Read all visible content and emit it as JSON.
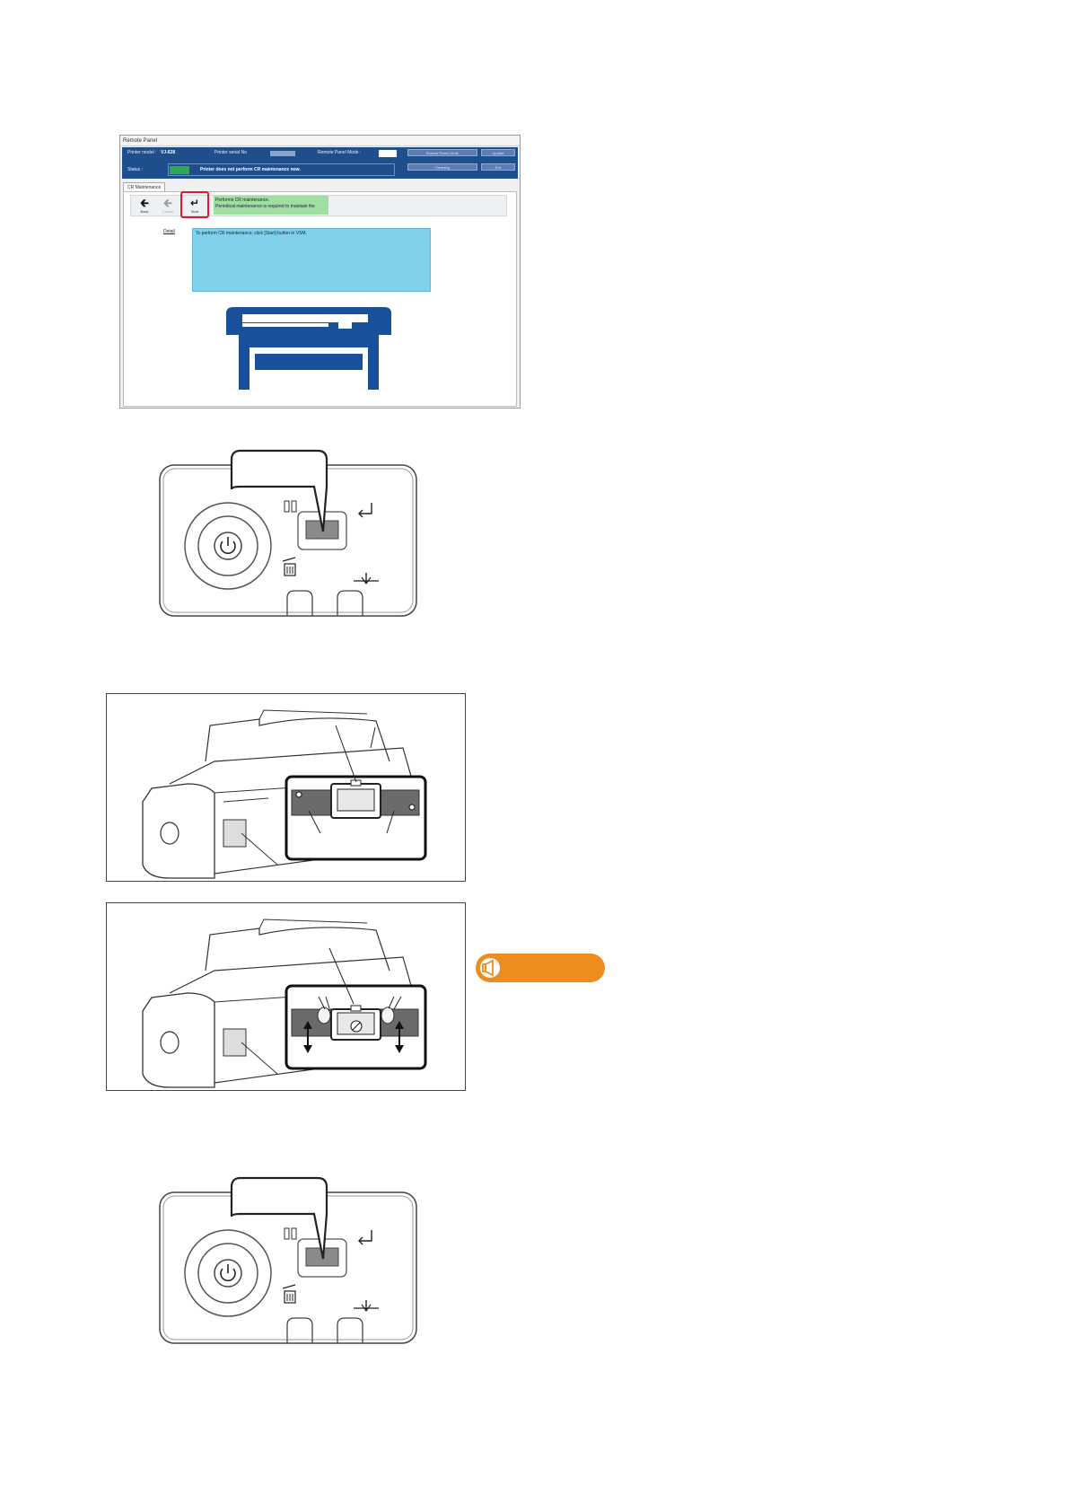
{
  "remote_panel": {
    "window_title": "Remote Panel",
    "printer_model_label": "Printer model :",
    "printer_model_value": "VJ-628",
    "printer_serial_label": "Printer serial No",
    "remote_panel_mode_label": "Remote Panel Mode :",
    "status_label": "Status :",
    "status_message": "Printer does not perform CR maintenance now.",
    "header_buttons": [
      "Remote Panel Mode",
      "Update",
      "Cleaning",
      "Exit"
    ],
    "tab_label": "CR Maintenance",
    "toolbar": {
      "back_label": "Back",
      "cancel_label": "Cancel",
      "start_label": "Start"
    },
    "green_message_line1": "Performs CR maintenance.",
    "green_message_line2": "Periodical maintenance is required to maintain the",
    "detail_label": "Detail",
    "detail_text": "To perform CR maintenance, click [Start] button in VSM."
  },
  "colors": {
    "header_blue": "#1f4e8c",
    "status_green": "#2eaa57",
    "highlight_red": "#e1182a",
    "detail_cyan": "#7fd1ea",
    "printer_blue": "#1a4f9a",
    "note_orange": "#ef8c1e"
  },
  "icons": [
    "back-arrow-icon",
    "cancel-arrow-icon",
    "enter-icon",
    "power-icon",
    "trash-icon",
    "megaphone-icon"
  ]
}
